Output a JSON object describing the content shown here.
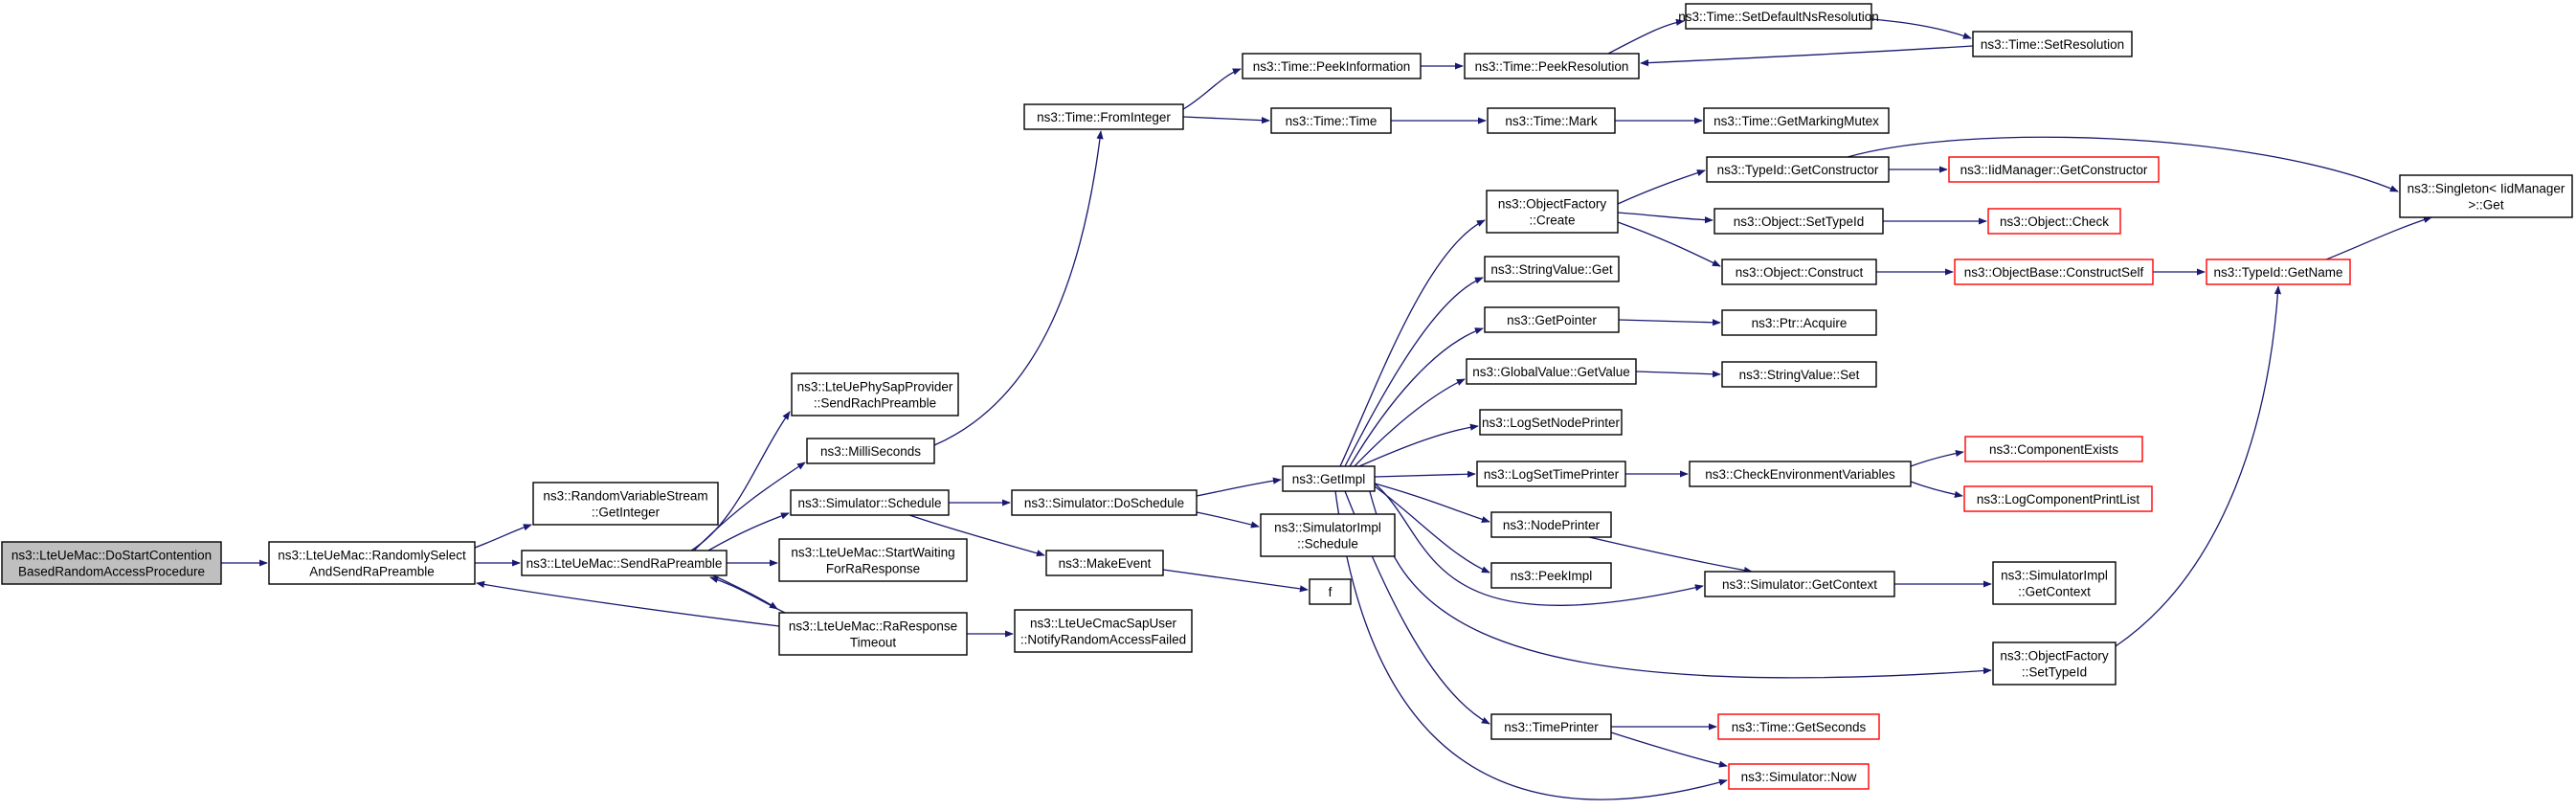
{
  "diagram": {
    "title": "",
    "colors": {
      "edge": "#191970",
      "root_fill": "#bfbfbf",
      "truncated_border": "#ff0000",
      "node_border": "#000000"
    },
    "nodes": [
      {
        "id": "root",
        "lines": [
          "ns3::LteUeMac::DoStartContention",
          "BasedRandomAccessProcedure"
        ],
        "style": "root"
      },
      {
        "id": "randSel",
        "lines": [
          "ns3::LteUeMac::RandomlySelect",
          "AndSendRaPreamble"
        ],
        "style": "normal"
      },
      {
        "id": "rvsGetInt",
        "lines": [
          "ns3::RandomVariableStream",
          "::GetInteger"
        ],
        "style": "normal"
      },
      {
        "id": "sendRa",
        "lines": [
          "ns3::LteUeMac::SendRaPreamble"
        ],
        "style": "normal"
      },
      {
        "id": "phySap",
        "lines": [
          "ns3::LteUePhySapProvider",
          "::SendRachPreamble"
        ],
        "style": "normal"
      },
      {
        "id": "milli",
        "lines": [
          "ns3::MilliSeconds"
        ],
        "style": "normal"
      },
      {
        "id": "simSched",
        "lines": [
          "ns3::Simulator::Schedule"
        ],
        "style": "normal"
      },
      {
        "id": "startWait",
        "lines": [
          "ns3::LteUeMac::StartWaiting",
          "ForRaResponse"
        ],
        "style": "normal"
      },
      {
        "id": "raTimeout",
        "lines": [
          "ns3::LteUeMac::RaResponse",
          "Timeout"
        ],
        "style": "normal"
      },
      {
        "id": "doSched",
        "lines": [
          "ns3::Simulator::DoSchedule"
        ],
        "style": "normal"
      },
      {
        "id": "makeEvent",
        "lines": [
          "ns3::MakeEvent"
        ],
        "style": "normal"
      },
      {
        "id": "notifyFail",
        "lines": [
          "ns3::LteUeCmacSapUser",
          "::NotifyRandomAccessFailed"
        ],
        "style": "normal"
      },
      {
        "id": "fromInt",
        "lines": [
          "ns3::Time::FromInteger"
        ],
        "style": "normal"
      },
      {
        "id": "getImpl",
        "lines": [
          "ns3::GetImpl"
        ],
        "style": "normal"
      },
      {
        "id": "simImplSched",
        "lines": [
          "ns3::SimulatorImpl",
          "::Schedule"
        ],
        "style": "normal"
      },
      {
        "id": "f",
        "lines": [
          "f"
        ],
        "style": "normal"
      },
      {
        "id": "peekInfo",
        "lines": [
          "ns3::Time::PeekInformation"
        ],
        "style": "normal"
      },
      {
        "id": "timeTime",
        "lines": [
          "ns3::Time::Time"
        ],
        "style": "normal"
      },
      {
        "id": "objFactCreate",
        "lines": [
          "ns3::ObjectFactory",
          "::Create"
        ],
        "style": "normal"
      },
      {
        "id": "strValGet",
        "lines": [
          "ns3::StringValue::Get"
        ],
        "style": "normal"
      },
      {
        "id": "getPointer",
        "lines": [
          "ns3::GetPointer"
        ],
        "style": "normal"
      },
      {
        "id": "gvGetValue",
        "lines": [
          "ns3::GlobalValue::GetValue"
        ],
        "style": "normal"
      },
      {
        "id": "logNodePrinter",
        "lines": [
          "ns3::LogSetNodePrinter"
        ],
        "style": "normal"
      },
      {
        "id": "logTimePrinter",
        "lines": [
          "ns3::LogSetTimePrinter"
        ],
        "style": "normal"
      },
      {
        "id": "nodePrinter",
        "lines": [
          "ns3::NodePrinter"
        ],
        "style": "normal"
      },
      {
        "id": "peekImpl",
        "lines": [
          "ns3::PeekImpl"
        ],
        "style": "normal"
      },
      {
        "id": "timePrinter",
        "lines": [
          "ns3::TimePrinter"
        ],
        "style": "normal"
      },
      {
        "id": "peekRes",
        "lines": [
          "ns3::Time::PeekResolution"
        ],
        "style": "normal"
      },
      {
        "id": "timeMark",
        "lines": [
          "ns3::Time::Mark"
        ],
        "style": "normal"
      },
      {
        "id": "setDefNs",
        "lines": [
          "ns3::Time::SetDefaultNsResolution"
        ],
        "style": "normal"
      },
      {
        "id": "setRes",
        "lines": [
          "ns3::Time::SetResolution"
        ],
        "style": "normal"
      },
      {
        "id": "getMarkMutex",
        "lines": [
          "ns3::Time::GetMarkingMutex"
        ],
        "style": "normal"
      },
      {
        "id": "typeIdGetCons",
        "lines": [
          "ns3::TypeId::GetConstructor"
        ],
        "style": "normal"
      },
      {
        "id": "objSetTypeId",
        "lines": [
          "ns3::Object::SetTypeId"
        ],
        "style": "normal"
      },
      {
        "id": "objConstruct",
        "lines": [
          "ns3::Object::Construct"
        ],
        "style": "normal"
      },
      {
        "id": "ptrAcquire",
        "lines": [
          "ns3::Ptr::Acquire"
        ],
        "style": "normal"
      },
      {
        "id": "strValSet",
        "lines": [
          "ns3::StringValue::Set"
        ],
        "style": "normal"
      },
      {
        "id": "checkEnv",
        "lines": [
          "ns3::CheckEnvironmentVariables"
        ],
        "style": "normal"
      },
      {
        "id": "simGetCtx",
        "lines": [
          "ns3::Simulator::GetContext"
        ],
        "style": "normal"
      },
      {
        "id": "iidMgrGetCons",
        "lines": [
          "ns3::IidManager::GetConstructor"
        ],
        "style": "red"
      },
      {
        "id": "objCheck",
        "lines": [
          "ns3::Object::Check"
        ],
        "style": "red"
      },
      {
        "id": "objBaseCons",
        "lines": [
          "ns3::ObjectBase::ConstructSelf"
        ],
        "style": "red"
      },
      {
        "id": "compExists",
        "lines": [
          "ns3::ComponentExists"
        ],
        "style": "red"
      },
      {
        "id": "logCompPrint",
        "lines": [
          "ns3::LogComponentPrintList"
        ],
        "style": "red"
      },
      {
        "id": "simImplGetCtx",
        "lines": [
          "ns3::SimulatorImpl",
          "::GetContext"
        ],
        "style": "normal"
      },
      {
        "id": "objFactSetType",
        "lines": [
          "ns3::ObjectFactory",
          "::SetTypeId"
        ],
        "style": "normal"
      },
      {
        "id": "timeGetSec",
        "lines": [
          "ns3::Time::GetSeconds"
        ],
        "style": "red"
      },
      {
        "id": "simNow",
        "lines": [
          "ns3::Simulator::Now"
        ],
        "style": "red"
      },
      {
        "id": "typeIdGetName",
        "lines": [
          "ns3::TypeId::GetName"
        ],
        "style": "red"
      },
      {
        "id": "singletonGet",
        "lines": [
          "ns3::Singleton< IidManager",
          " >::Get"
        ],
        "style": "normal"
      }
    ]
  }
}
